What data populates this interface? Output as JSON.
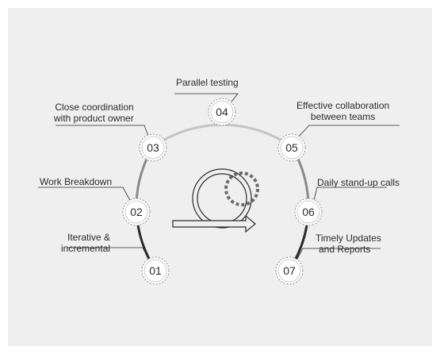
{
  "steps": [
    {
      "number": "01",
      "label": [
        "Iterative &",
        "incremental"
      ]
    },
    {
      "number": "02",
      "label": [
        "Work Breakdown"
      ]
    },
    {
      "number": "03",
      "label": [
        "Close coordination",
        "with product owner"
      ]
    },
    {
      "number": "04",
      "label": [
        "Parallel testing"
      ]
    },
    {
      "number": "05",
      "label": [
        "Effective collaboration",
        "between teams"
      ]
    },
    {
      "number": "06",
      "label": [
        "Daily stand-up calls"
      ]
    },
    {
      "number": "07",
      "label": [
        "Timely Updates",
        "and Reports"
      ]
    }
  ],
  "colors": {
    "background": "#efefef",
    "arc_dark": "#2b2b2b",
    "arc_mid": "#8a8a8a",
    "arc_light": "#c4c4c4",
    "text": "#2b2b2b"
  },
  "center_icon": "agile-cycle-gear-arrow-icon"
}
